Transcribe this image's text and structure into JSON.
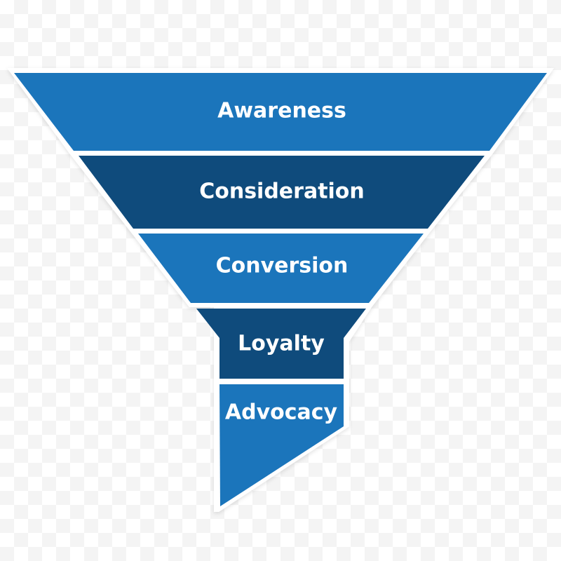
{
  "funnel": {
    "stages": [
      {
        "label": "Awareness",
        "color": "#1b75bb"
      },
      {
        "label": "Consideration",
        "color": "#0f4b7c"
      },
      {
        "label": "Conversion",
        "color": "#1b75bb"
      },
      {
        "label": "Loyalty",
        "color": "#0f4b7c"
      },
      {
        "label": "Advocacy",
        "color": "#1b75bb"
      }
    ],
    "outline_color": "#ffffff"
  }
}
